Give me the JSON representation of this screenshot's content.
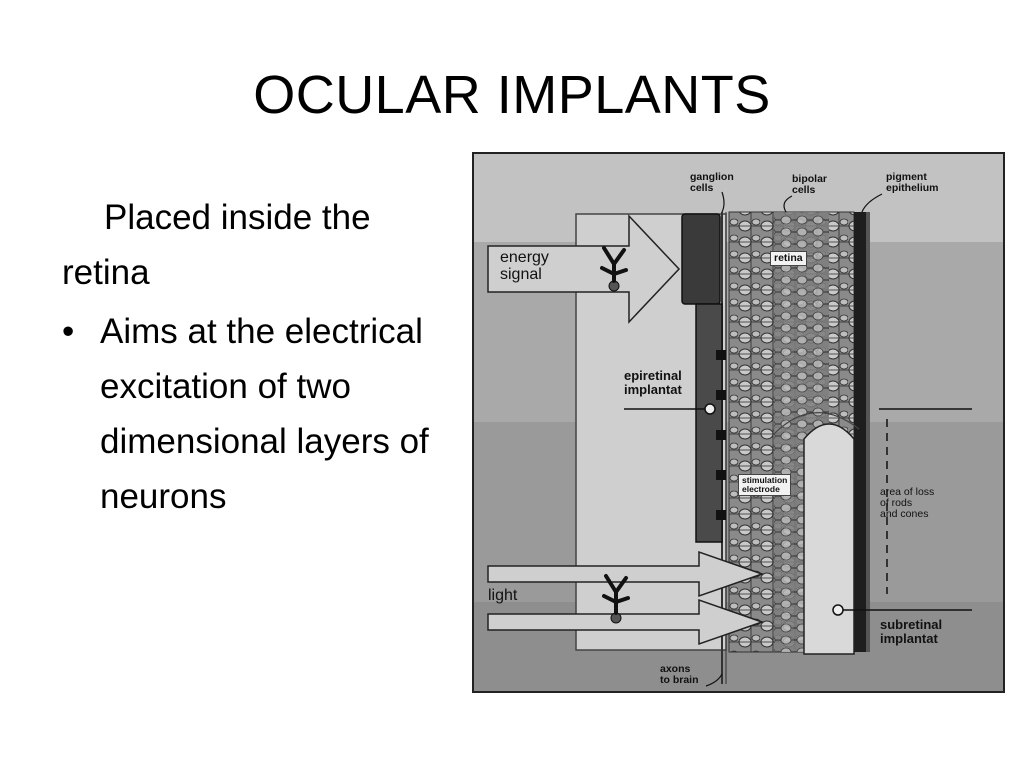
{
  "slide": {
    "title": "OCULAR IMPLANTS",
    "lead": "Placed inside the retina",
    "bullet_char": "•",
    "bullet": "Aims at the electrical excitation of two dimensional layers of neurons"
  },
  "figure": {
    "labels": {
      "ganglion": "ganglion\ncells",
      "bipolar": "bipolar\ncells",
      "pigment": "pigment\nepithelium",
      "energy": "energy\nsignal",
      "retina": "retina",
      "epiretinal": "epiretinal\nimplantat",
      "stimulation": "stimulation\nelectrode",
      "area_loss": "area of loss\nof rods\nand cones",
      "light": "light",
      "subretinal": "subretinal\nimplantat",
      "axons": "axons\nto brain"
    }
  }
}
